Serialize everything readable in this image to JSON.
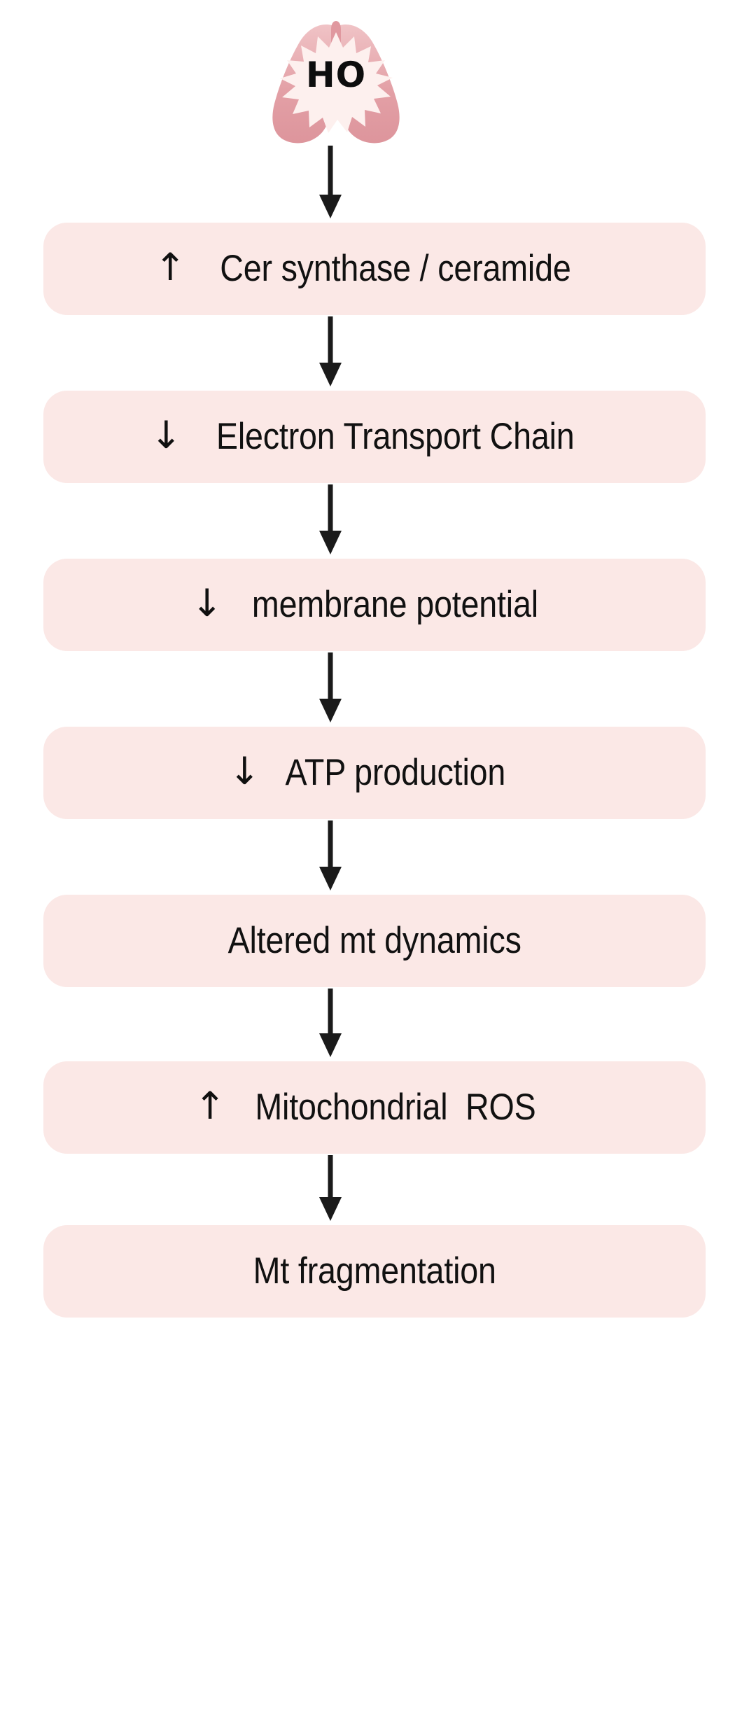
{
  "diagram": {
    "title_icon": {
      "name": "lung-burst-icon",
      "burst_label": "HO",
      "lung_fill": "#e5a3a8",
      "lung_fill_light": "#f0c3c6",
      "burst_fill": "#fdf0ee"
    },
    "box_color": "#fbe8e6",
    "arrow_color": "#1a1a1a",
    "text_color": "#111111",
    "nodes": [
      {
        "id": "cer-synthase",
        "change": "↑",
        "label": "Cer synthase / ceramide"
      },
      {
        "id": "electron-transport",
        "change": "↓",
        "label": "Electron Transport Chain"
      },
      {
        "id": "membrane-potential",
        "change": "↓",
        "label": "membrane potential"
      },
      {
        "id": "atp-production",
        "change": "↓",
        "label": "ATP production"
      },
      {
        "id": "altered-mt-dynamics",
        "change": "",
        "label": "Altered mt dynamics"
      },
      {
        "id": "mitochondrial-ros",
        "change": "↑",
        "label": "Mitochondrial  ROS"
      },
      {
        "id": "mt-fragmentation",
        "change": "",
        "label": "Mt fragmentation"
      }
    ]
  }
}
